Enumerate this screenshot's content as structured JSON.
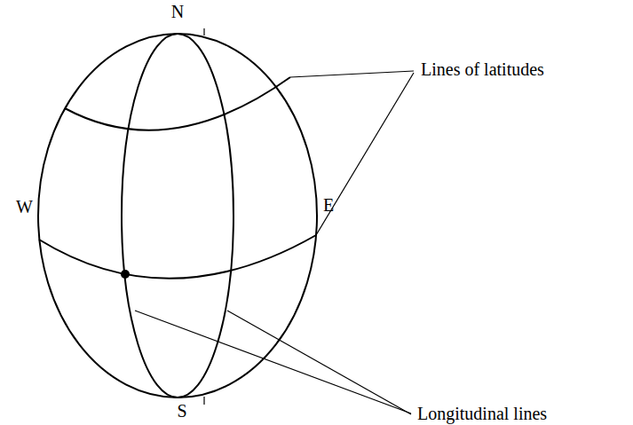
{
  "diagram": {
    "labels": [
      "N",
      "S",
      "W",
      "E",
      "Lines of latitudes",
      "Longitudinal lines"
    ]
  }
}
